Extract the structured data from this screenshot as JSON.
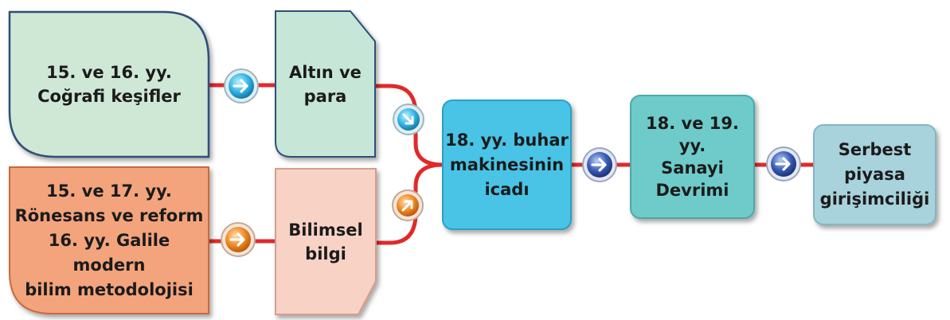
{
  "diagram": {
    "nodes": {
      "cografi": "15. ve 16. yy.\nCoğrafi keşifler",
      "ronesans": "15. ve 17. yy.\nRönesans ve reform\n16. yy. Galile modern\nbilim metodolojisi",
      "altin": "Altın ve\npara",
      "bilimsel": "Bilimsel\nbilgi",
      "buhar": "18. yy. buhar\nmakinesinin\nicadı",
      "sanayi": "18. ve 19. yy.\nSanayi\nDevrimi",
      "serbest": "Serbest\npiyasa\ngirişimciliği"
    },
    "colors": {
      "green": "#cfe8d5",
      "green_border": "#2e4f7a",
      "orange": "#f3a47c",
      "pink": "#f9d2c6",
      "cyan": "#4ac3e6",
      "teal": "#6ecbc9",
      "light_blue": "#a8d2dc",
      "connector": "#e02a2a"
    },
    "icons": [
      "arrow-right-icon-cyan",
      "arrow-right-icon-orange",
      "arrow-down-right-icon-cyan",
      "arrow-up-right-icon-orange",
      "arrow-right-icon-blue",
      "arrow-right-icon-blue"
    ]
  }
}
